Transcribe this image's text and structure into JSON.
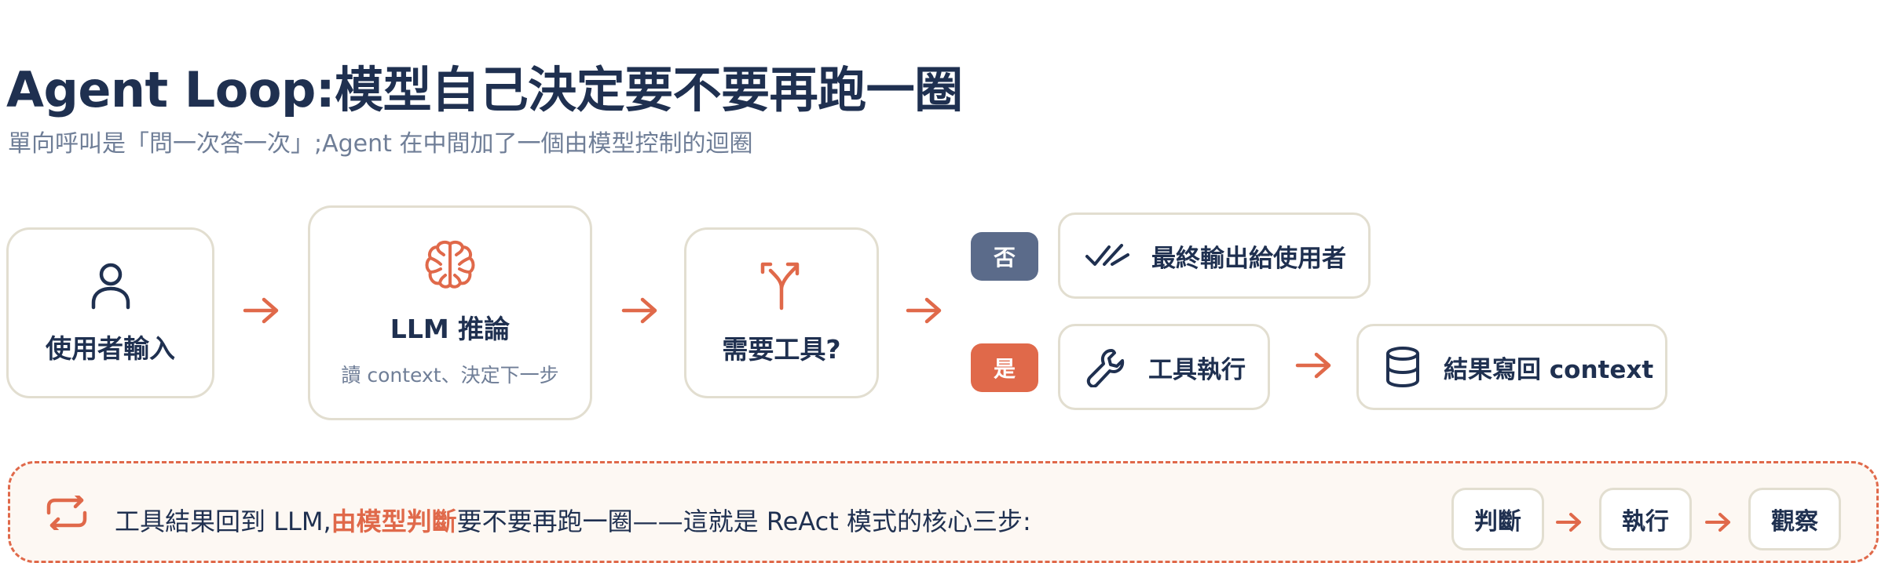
{
  "title": "Agent Loop:模型自己決定要不要再跑一圈",
  "subtitle": "單向呼叫是「問一次答一次」;Agent 在中間加了一個由模型控制的迴圈",
  "colors": {
    "accent": "#e0694a",
    "navy": "#1f3050",
    "slate_badge": "#5b6b8a",
    "muted": "#6f7e97",
    "border": "#e2ded0"
  },
  "flow": {
    "user_input": {
      "label": "使用者輸入",
      "icon": "user-icon"
    },
    "llm": {
      "label": "LLM 推論",
      "sublabel": "讀 context、決定下一步",
      "icon": "brain-icon"
    },
    "decision": {
      "label": "需要工具?",
      "icon": "split-arrow-icon"
    }
  },
  "branches": {
    "no": {
      "badge": "否",
      "label": "最終輸出給使用者",
      "icon": "double-check-icon"
    },
    "yes": {
      "badge": "是",
      "tool_label": "工具執行",
      "tool_icon": "wrench-icon",
      "result_label": "結果寫回 context",
      "result_icon": "database-icon"
    }
  },
  "loop": {
    "icon": "repeat-icon",
    "text_before": "工具結果回到 LLM,",
    "text_highlight": "由模型判斷",
    "text_after": "要不要再跑一圈——這就是 ReAct 模式的核心三步:",
    "steps": [
      "判斷",
      "執行",
      "觀察"
    ]
  }
}
